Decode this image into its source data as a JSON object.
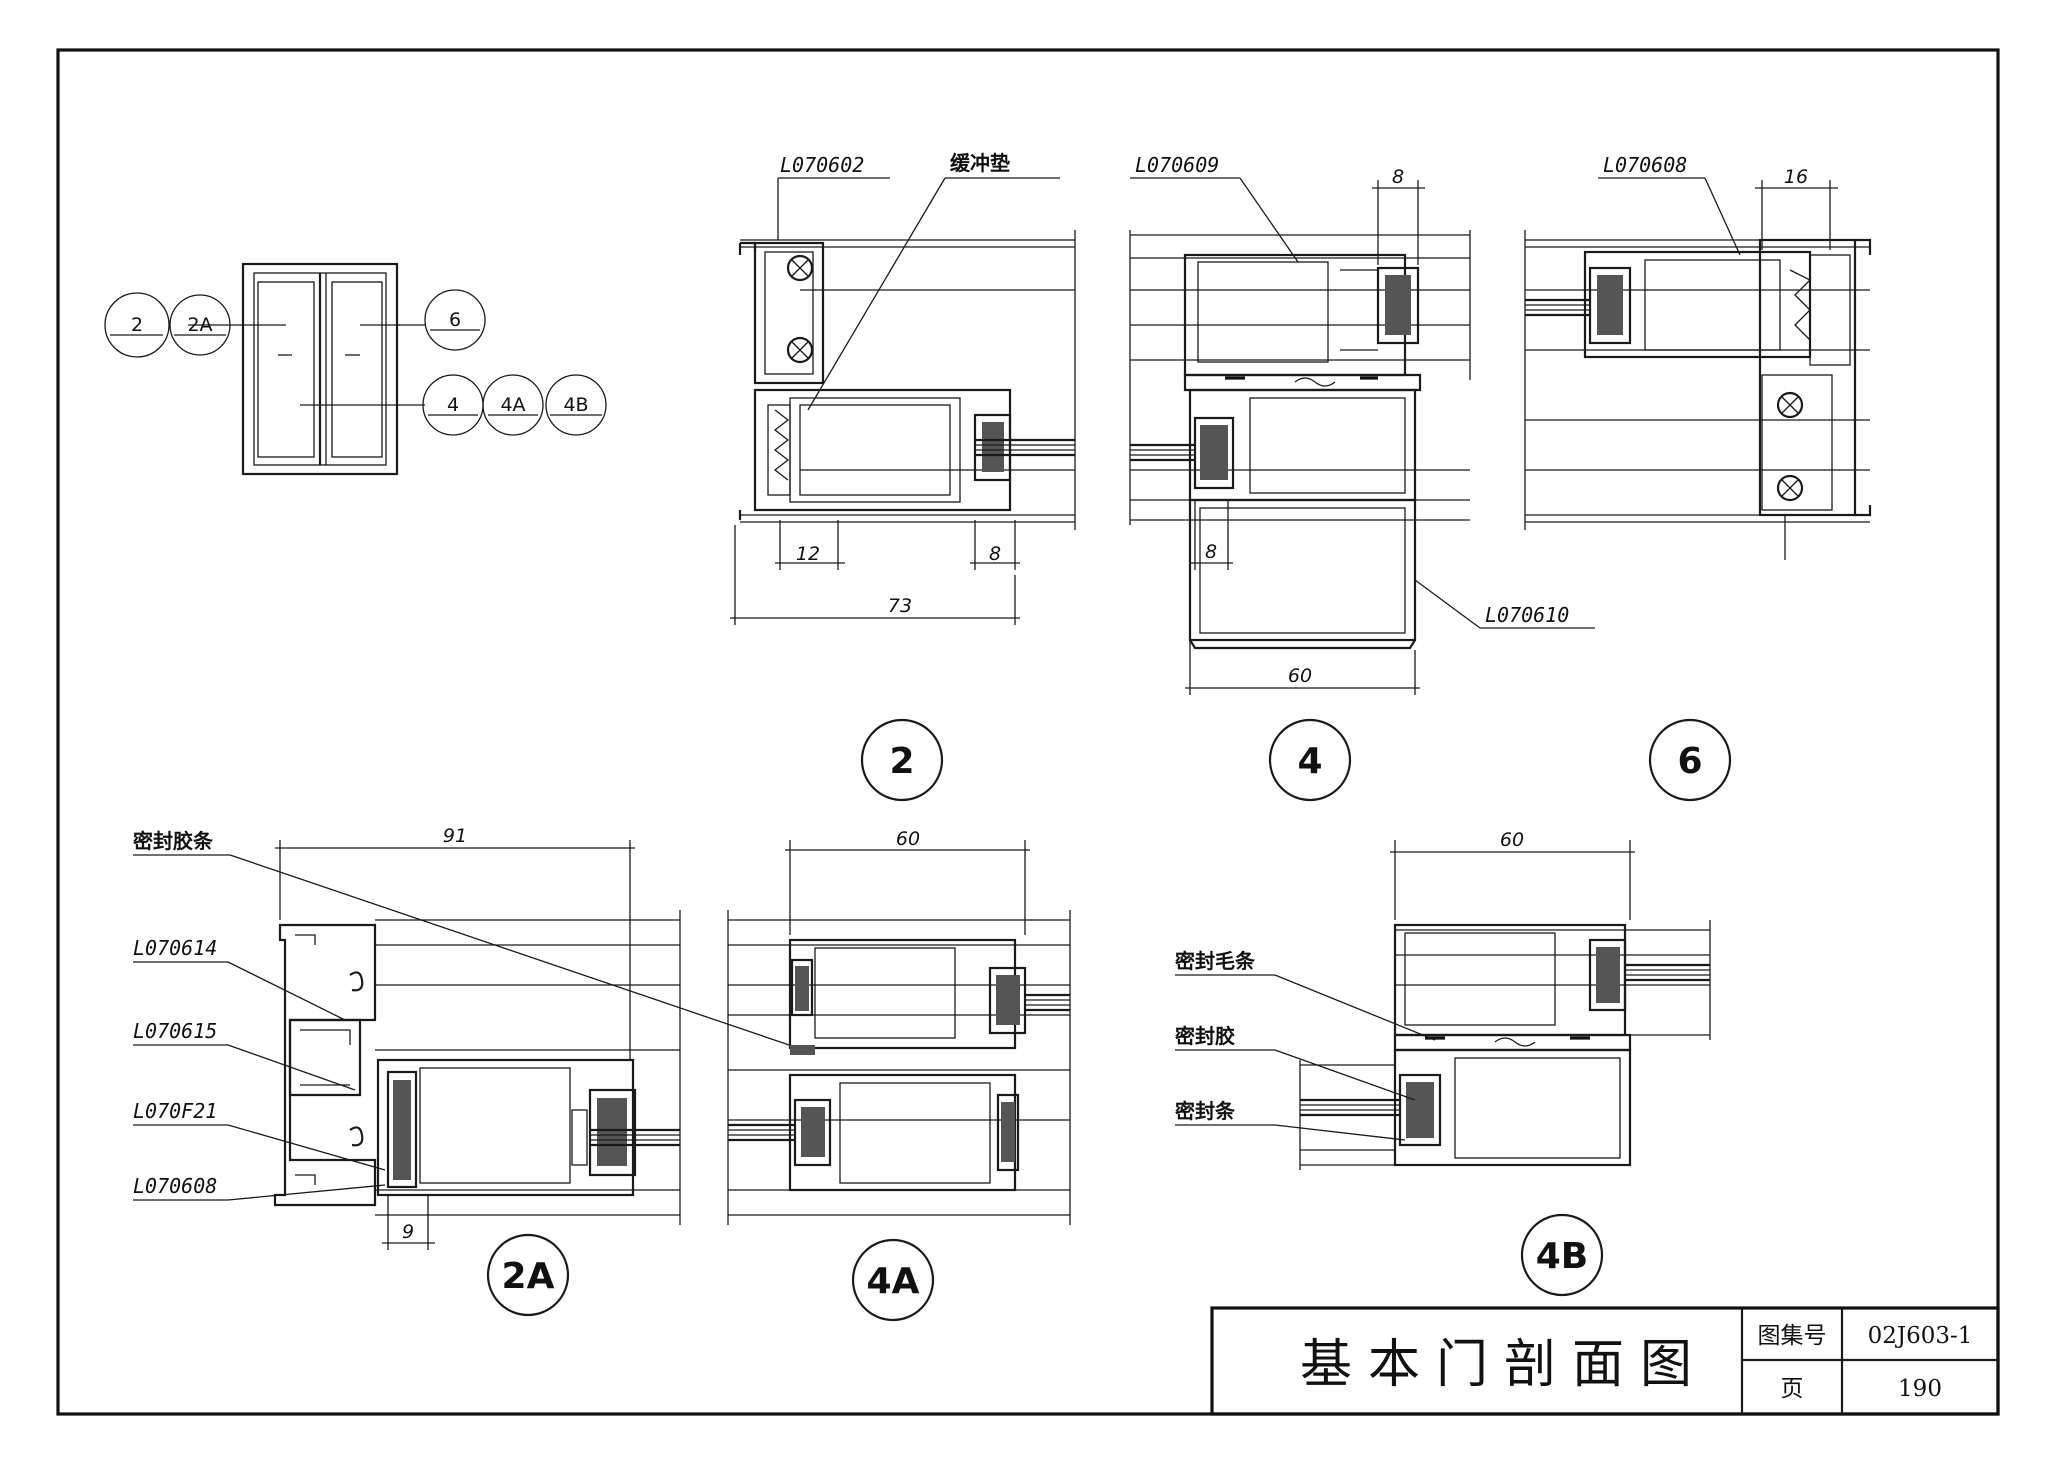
{
  "title_block": {
    "title": "基本门剖面图",
    "atlas_label": "图集号",
    "atlas_value": "02J603-1",
    "page_label": "页",
    "page_value": "190"
  },
  "elevation": {
    "bubbles": [
      "2",
      "2A",
      "6",
      "4",
      "4A",
      "4B"
    ]
  },
  "section_2": {
    "callout": "2",
    "label_profile": "L070602",
    "label_pad": "缓冲垫",
    "dim_12": "12",
    "dim_8": "8",
    "dim_73": "73"
  },
  "section_4": {
    "callout": "4",
    "label_top": "L070609",
    "label_bottom": "L070610",
    "dim_top": "8",
    "dim_left": "8",
    "dim_60": "60"
  },
  "section_6": {
    "callout": "6",
    "label_profile": "L070608",
    "dim_16": "16"
  },
  "section_2a": {
    "callout": "2A",
    "label_seal": "密封胶条",
    "label_a": "L070614",
    "label_b": "L070615",
    "label_c": "L070F21",
    "label_d": "L070608",
    "dim_91": "91",
    "dim_9": "9"
  },
  "section_4a": {
    "callout": "4A",
    "dim_60": "60"
  },
  "section_4b": {
    "callout": "4B",
    "label_brush": "密封毛条",
    "label_gasket": "密封胶",
    "label_strip": "密封条",
    "dim_60": "60"
  }
}
